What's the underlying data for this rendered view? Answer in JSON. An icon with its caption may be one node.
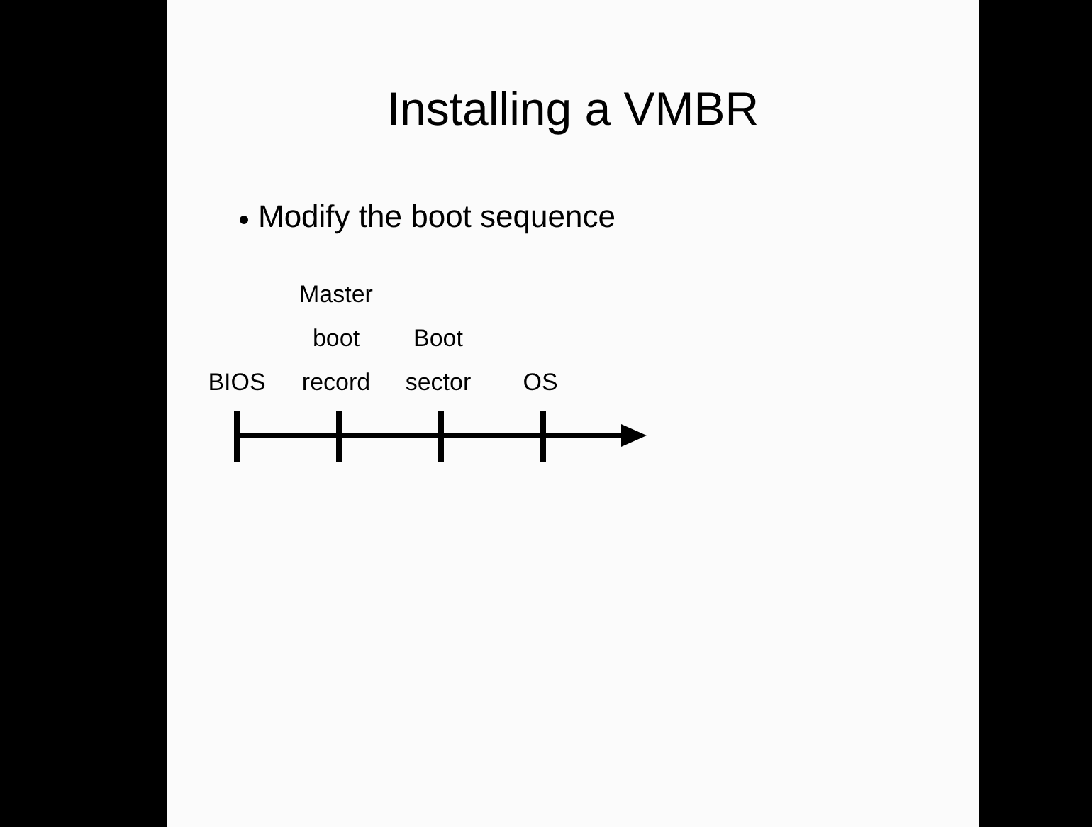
{
  "diagram": {
    "title": "Installing a VMBR",
    "labels": [
      "Modify the boot sequence",
      "BIOS",
      "Master boot record",
      "Boot sector",
      "OS"
    ]
  }
}
